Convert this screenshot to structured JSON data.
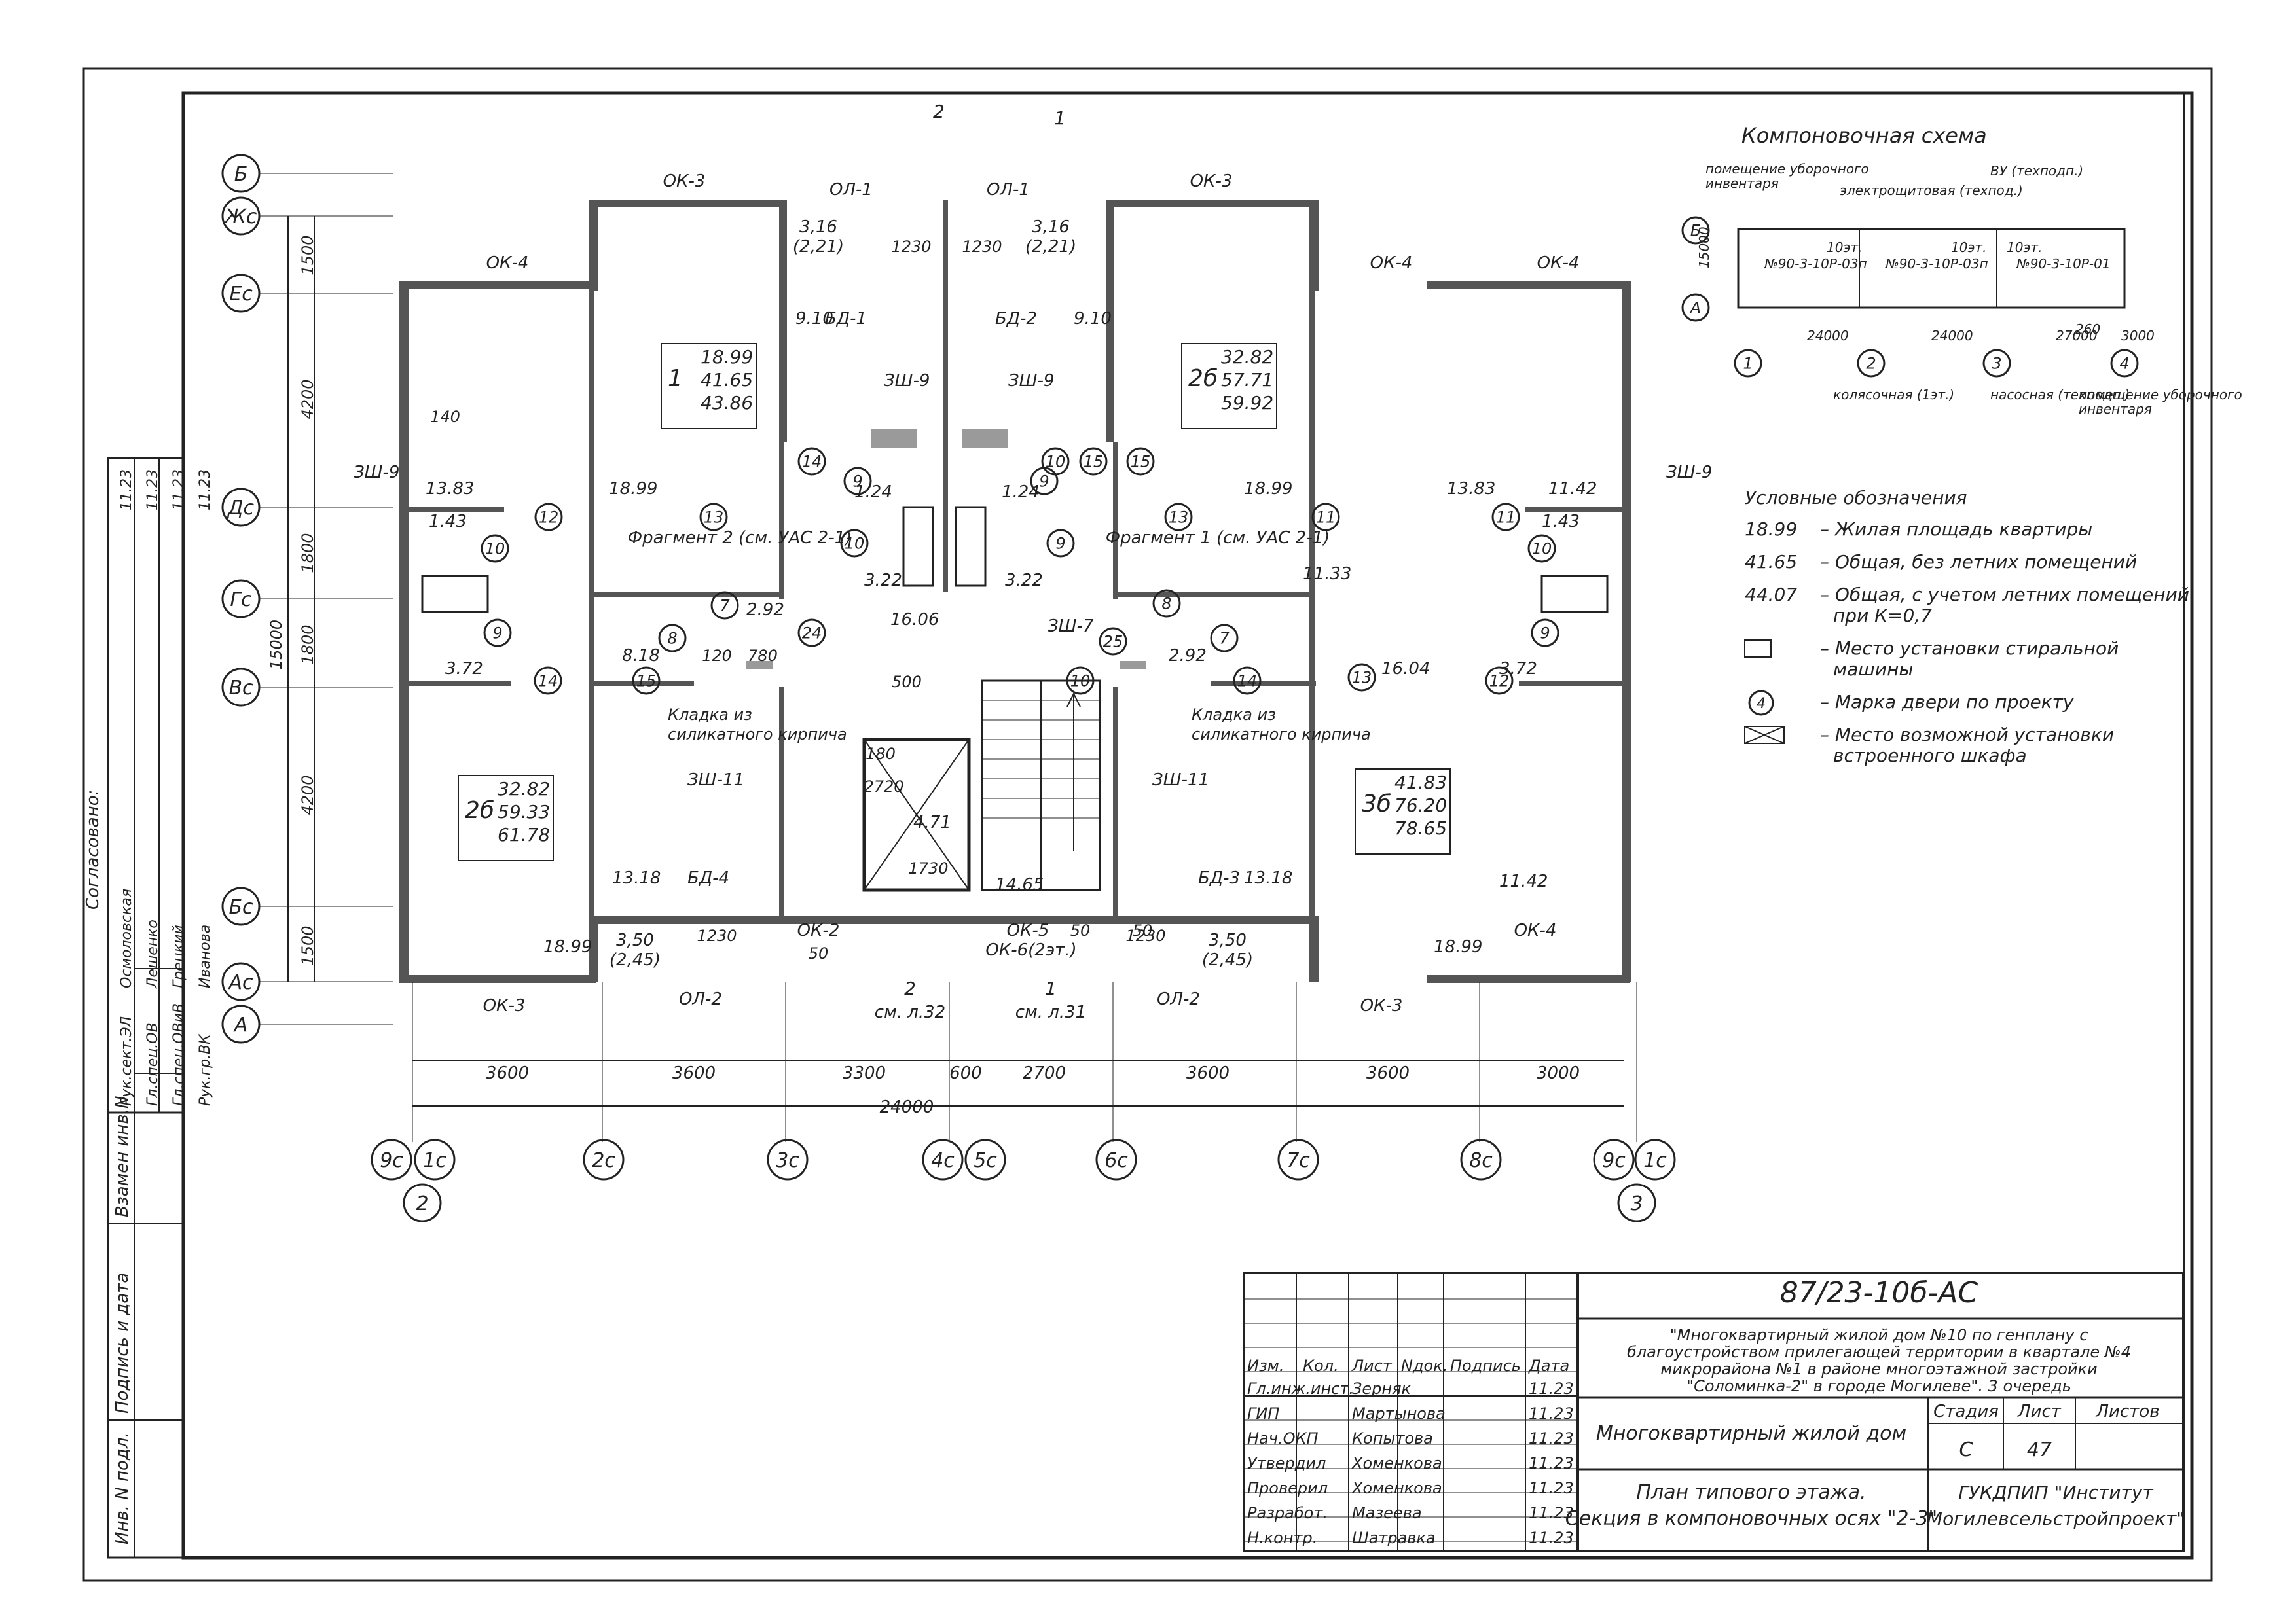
{
  "drawing": {
    "code": "87/23-10б-АС",
    "project_title_lines": [
      "\"Многоквартирный жилой дом №10 по генплану с",
      "благоустройством прилегающей территории в квартале №4",
      "микрорайона №1 в районе многоэтажной застройки",
      "\"Соломинка-2\" в городе Могилеве\". 3 очередь"
    ],
    "building_name": "Многоквартирный жилой дом",
    "sheet_title_lines": [
      "План типового этажа.",
      "Секция в компоновочных осях \"2-3\""
    ],
    "stage_label": "Стадия",
    "sheet_label": "Лист",
    "sheets_label": "Листов",
    "stage": "С",
    "sheet_no": "47",
    "organization_lines": [
      "ГУКДПИП \"Институт",
      "Могилевсельстройпроект\""
    ]
  },
  "title_block": {
    "headers": [
      "Изм.",
      "Кол.",
      "Лист",
      "Nдок.",
      "Подпись",
      "Дата"
    ],
    "signers": [
      {
        "role": "Гл.инж.инст.",
        "name": "Зерняк",
        "date": "11.23"
      },
      {
        "role": "ГИП",
        "name": "Мартынова",
        "date": "11.23"
      },
      {
        "role": "Нач.ОКП",
        "name": "Копытова",
        "date": "11.23"
      },
      {
        "role": "Утвердил",
        "name": "Хоменкова",
        "date": "11.23"
      },
      {
        "role": "Проверил",
        "name": "Хоменкова",
        "date": "11.23"
      },
      {
        "role": "Разработ.",
        "name": "Мазеева",
        "date": "11.23"
      },
      {
        "role": "Н.контр.",
        "name": "Шатравка",
        "date": "11.23"
      }
    ]
  },
  "side_stamp": {
    "left_labels": [
      "Инв. N подл.",
      "Подпись и дата",
      "Взамен инв.N"
    ],
    "agreed_label": "Согласовано:",
    "rows": [
      {
        "role": "Рук.сект.ЭЛ",
        "name": "Осмоловская",
        "date": "11.23"
      },
      {
        "role": "Гл.спец.ОВ",
        "name": "Лешенко",
        "date": "11.23"
      },
      {
        "role": "Гл.спец.ОВиВ",
        "name": "Грецкий",
        "date": "11.23"
      },
      {
        "role": "Рук.гр.ВК",
        "name": "Иванова",
        "date": "11.23"
      }
    ]
  },
  "key_plan": {
    "title": "Компоновочная схема",
    "labels": [
      "помещение уборочного инвентаря",
      "электрощитовая (техпод.)",
      "ВУ (техподп.)",
      "колясочная (1эт.)",
      "насосная (техподп.)",
      "помещение уборочного инвентаря"
    ],
    "sections": [
      "№90-3-10Р-03п",
      "№90-3-10Р-03п",
      "№90-3-10Р-01"
    ],
    "axes_h": [
      "Б",
      "А"
    ],
    "axes_v": [
      "1",
      "2",
      "3",
      "4"
    ],
    "dims": [
      "24000",
      "24000",
      "27000",
      "15000",
      "260",
      "3000",
      "10эт.",
      "10эт.",
      "10эт."
    ]
  },
  "legend": {
    "title": "Условные обозначения",
    "items": [
      {
        "code": "18.99",
        "text": "Жилая площадь квартиры"
      },
      {
        "code": "41.65",
        "text": "Общая, без летних помещений"
      },
      {
        "code": "44.07",
        "text": "Общая, с учетом летних помещений при К=0,7"
      },
      {
        "code": "",
        "text": "Место установки стиральной машины"
      },
      {
        "code": "4",
        "text": "Марка двери по проекту"
      },
      {
        "code": "",
        "text": "Место возможной установки встроенного шкафа"
      }
    ]
  },
  "plan": {
    "axes_rows": [
      "Б",
      "Жс",
      "Ес",
      "Дс",
      "Гс",
      "Вс",
      "Бс",
      "Ас",
      "А"
    ],
    "axes_cols": [
      "9с",
      "1с",
      "2с",
      "3с",
      "4с",
      "5с",
      "6с",
      "7с",
      "8с",
      "9с",
      "1с"
    ],
    "comp_axes": [
      "2",
      "3"
    ],
    "dims_bottom": [
      "3600",
      "3600",
      "3300",
      "600",
      "2700",
      "3600",
      "3600",
      "3000"
    ],
    "total_bottom": "24000",
    "dims_left": [
      "1500",
      "4200",
      "1800",
      "1800",
      "4200",
      "1500"
    ],
    "total_left": "15000",
    "apartments": [
      {
        "code": "1",
        "living": "18.99",
        "total": "41.65",
        "total_k": "43.86"
      },
      {
        "code": "2б",
        "living": "32.82",
        "total": "57.71",
        "total_k": "59.92"
      },
      {
        "code": "2б",
        "living": "32.82",
        "total": "59.33",
        "total_k": "61.78"
      },
      {
        "code": "3б",
        "living": "41.83",
        "total": "76.20",
        "total_k": "78.65"
      }
    ],
    "room_areas": [
      "13.83",
      "18.99",
      "9.10",
      "9.10",
      "18.99",
      "13.83",
      "11.42",
      "1.43",
      "1.43",
      "3.72",
      "3.72",
      "8.18",
      "2.92",
      "2.92",
      "3.22",
      "3.22",
      "16.06",
      "16.04",
      "11.33",
      "13.18",
      "13.18",
      "14.65",
      "4.71",
      "18.99",
      "18.99",
      "11.42",
      "1.24",
      "1.24"
    ],
    "window_marks": [
      "ОК-3",
      "ОЛ-1",
      "ОЛ-1",
      "ОК-3",
      "ОК-4",
      "ОК-4",
      "ОК-4",
      "ОК-2",
      "ОК-5",
      "ОК-6(2эт.)",
      "ОЛ-2",
      "ОЛ-2",
      "ОК-3",
      "ОК-3",
      "ОК-4"
    ],
    "door_marks": [
      "БД-1",
      "БД-2",
      "БД-4",
      "БД-3"
    ],
    "balconies": [
      {
        "area": "3,16",
        "area_k": "(2,21)"
      },
      {
        "area": "3,16",
        "area_k": "(2,21)"
      },
      {
        "area": "3,50",
        "area_k": "(2,45)"
      },
      {
        "area": "3,50",
        "area_k": "(2,45)"
      }
    ],
    "shafts": [
      "ЗШ-9",
      "ЗШ-9",
      "ЗШ-9",
      "ЗШ-9",
      "ЗШ-7",
      "ЗШ-11",
      "ЗШ-11"
    ],
    "fragments": [
      "Фрагмент 2 (см. УАС 2-1)",
      "Фрагмент 1 (см. УАС 2-1)"
    ],
    "notes": [
      "Кладка из силикатного кирпича",
      "Кладка из силикатного кирпича"
    ],
    "small_dims": [
      "1230",
      "1230",
      "1230",
      "1230",
      "140",
      "120",
      "780",
      "500",
      "1730",
      "2720",
      "180",
      "50",
      "50",
      "50"
    ],
    "section_refs": [
      {
        "no": "2",
        "ref": "см. л.32"
      },
      {
        "no": "1",
        "ref": "см. л.31"
      }
    ],
    "door_numbers": [
      "12",
      "10",
      "9",
      "14",
      "13",
      "14",
      "9",
      "10",
      "15",
      "9",
      "7",
      "8",
      "24",
      "15",
      "13",
      "9",
      "10",
      "15",
      "11",
      "11",
      "10",
      "9",
      "8",
      "7",
      "25",
      "14",
      "13",
      "12",
      "10"
    ]
  }
}
